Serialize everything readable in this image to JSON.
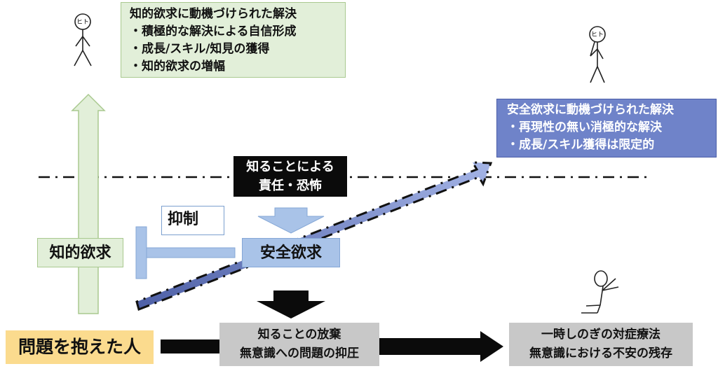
{
  "intellectual_result": {
    "title": "知的欲求に動機づけられた解決",
    "bullets": [
      "・積極的な解決による自信形成",
      "・成長/スキル/知見の獲得",
      "・知的欲求の増幅"
    ]
  },
  "safety_result": {
    "title": "安全欲求に動機づけられた解決",
    "bullets": [
      "・再現性の無い消極的な解決",
      "・成長/スキル獲得は限定的"
    ]
  },
  "fear_box": {
    "line1": "知ることによる",
    "line2": "責任・恐怖"
  },
  "suppression_label": "抑制",
  "safety_need": "安全欲求",
  "intellectual_need": "知的欲求",
  "person_label": "問題を抱えた人",
  "abandon_box": {
    "line1": "知ることの放棄",
    "line2": "無意識への問題の抑圧"
  },
  "symptomatic_box": {
    "line1": "一時しのぎの対症療法",
    "line2": "無意識における不安の残存"
  },
  "stick_figure_head_text": "ヒト",
  "colors": {
    "green_fill": "#e2efd9",
    "blue_fill": "#6f83c9",
    "light_blue": "#a9c3e8",
    "yellow": "#fbdb8e",
    "gray": "#c8c8c8",
    "black": "#0b0b0b"
  }
}
